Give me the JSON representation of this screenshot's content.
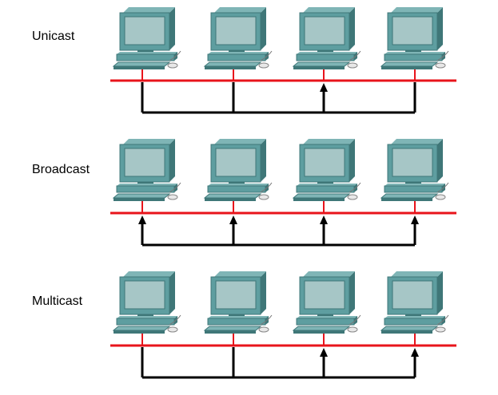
{
  "sections": [
    {
      "label": "Unicast",
      "arrow_targets": [
        3
      ]
    },
    {
      "label": "Broadcast",
      "arrow_targets": [
        1,
        2,
        3,
        4
      ]
    },
    {
      "label": "Multicast",
      "arrow_targets": [
        3,
        4
      ]
    }
  ],
  "hosts_per_segment": 4,
  "icons": {
    "host": "desktop-computer-icon"
  },
  "colors": {
    "network_segment": "#e8141b",
    "traffic_path": "#000000",
    "computer_body": "#5e9ea0",
    "computer_screen": "#a6c6c6",
    "computer_dark": "#3f7778"
  }
}
